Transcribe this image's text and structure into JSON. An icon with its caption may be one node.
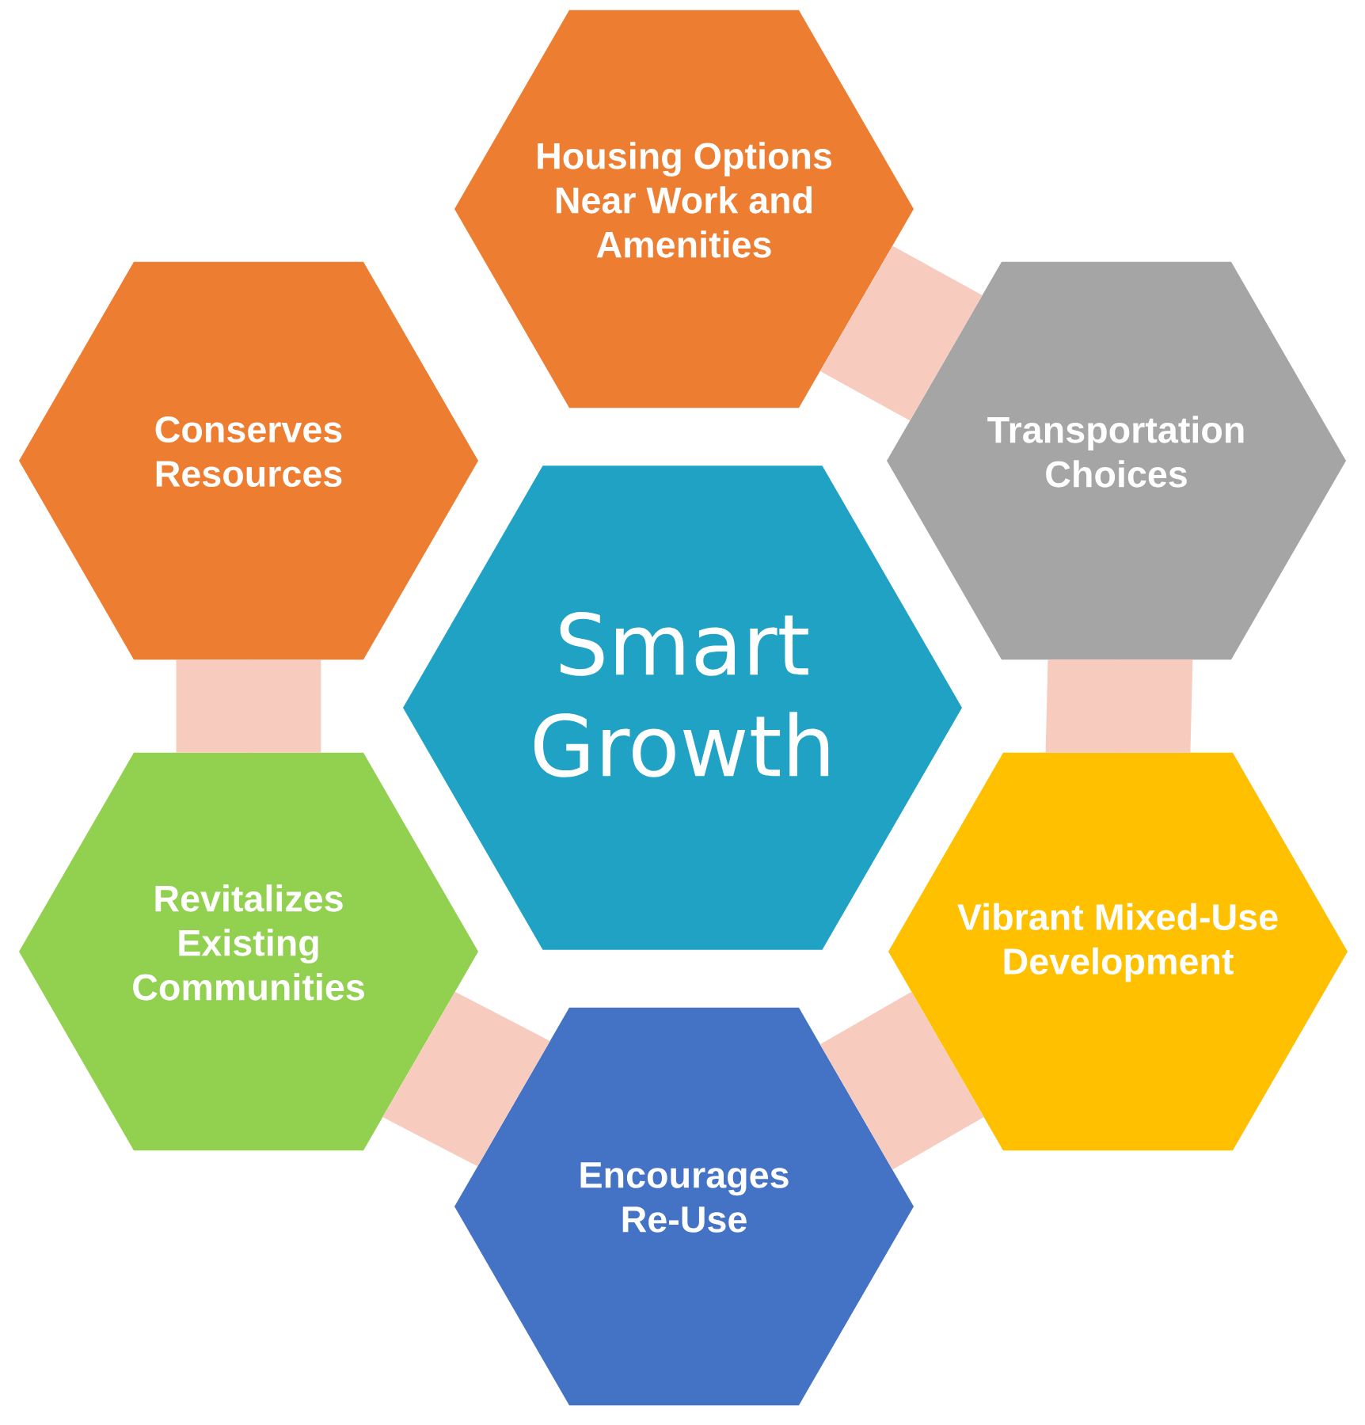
{
  "diagram": {
    "nodes": [
      {
        "text": [
          "Smart Growth"
        ]
      },
      {
        "text": [
          "Housing Options Near Work and Amenities"
        ]
      },
      {
        "text": [
          "Transportation Choices"
        ]
      },
      {
        "text": [
          "Vibrant Mixed-Use Development"
        ]
      },
      {
        "text": [
          "Encourages Re-Use"
        ]
      },
      {
        "text": [
          "Revitalizes Existing Communities"
        ]
      },
      {
        "text": [
          "Conserves Resources"
        ]
      }
    ],
    "edges": [
      {
        "from": 1,
        "to": 2,
        "arrow": "none"
      },
      {
        "from": 2,
        "to": 3,
        "arrow": "none"
      },
      {
        "from": 3,
        "to": 4,
        "arrow": "none"
      },
      {
        "from": 4,
        "to": 5,
        "arrow": "none"
      },
      {
        "from": 5,
        "to": 6,
        "arrow": "none"
      }
    ]
  }
}
